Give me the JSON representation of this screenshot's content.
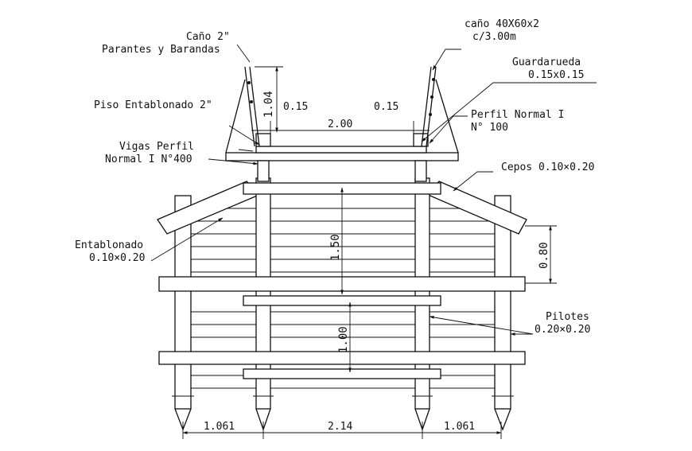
{
  "labels": {
    "cano_2_line1": "Caño 2\"",
    "cano_2_line2": "Parantes y Barandas",
    "cano_40_line1": "caño 40X60x2",
    "cano_40_line2": "c/3.00m",
    "guardarueda_line1": "Guardarueda",
    "guardarueda_line2": "0.15x0.15",
    "piso_entablonado": "Piso Entablonado 2\"",
    "perfil_normal_line1": "Perfil Normal I",
    "perfil_normal_line2": "N° 100",
    "vigas_line1": "Vigas Perfil",
    "vigas_line2": "Normal I N°400",
    "cepos": "Cepos 0.10×0.20",
    "entablonado_line1": "Entablonado",
    "entablonado_line2": "0.10×0.20",
    "pilotes_line1": "Pilotes",
    "pilotes_line2": "0.20×0.20"
  },
  "dimensions": {
    "rail_height": "1.04",
    "guard_left": "0.15",
    "guard_right": "0.15",
    "deck_width": "2.00",
    "upper_span": "1.50",
    "lower_span": "1.00",
    "brace_spacing": "0.80",
    "pile_left": "1.061",
    "pile_center": "2.14",
    "pile_right": "1.061"
  }
}
